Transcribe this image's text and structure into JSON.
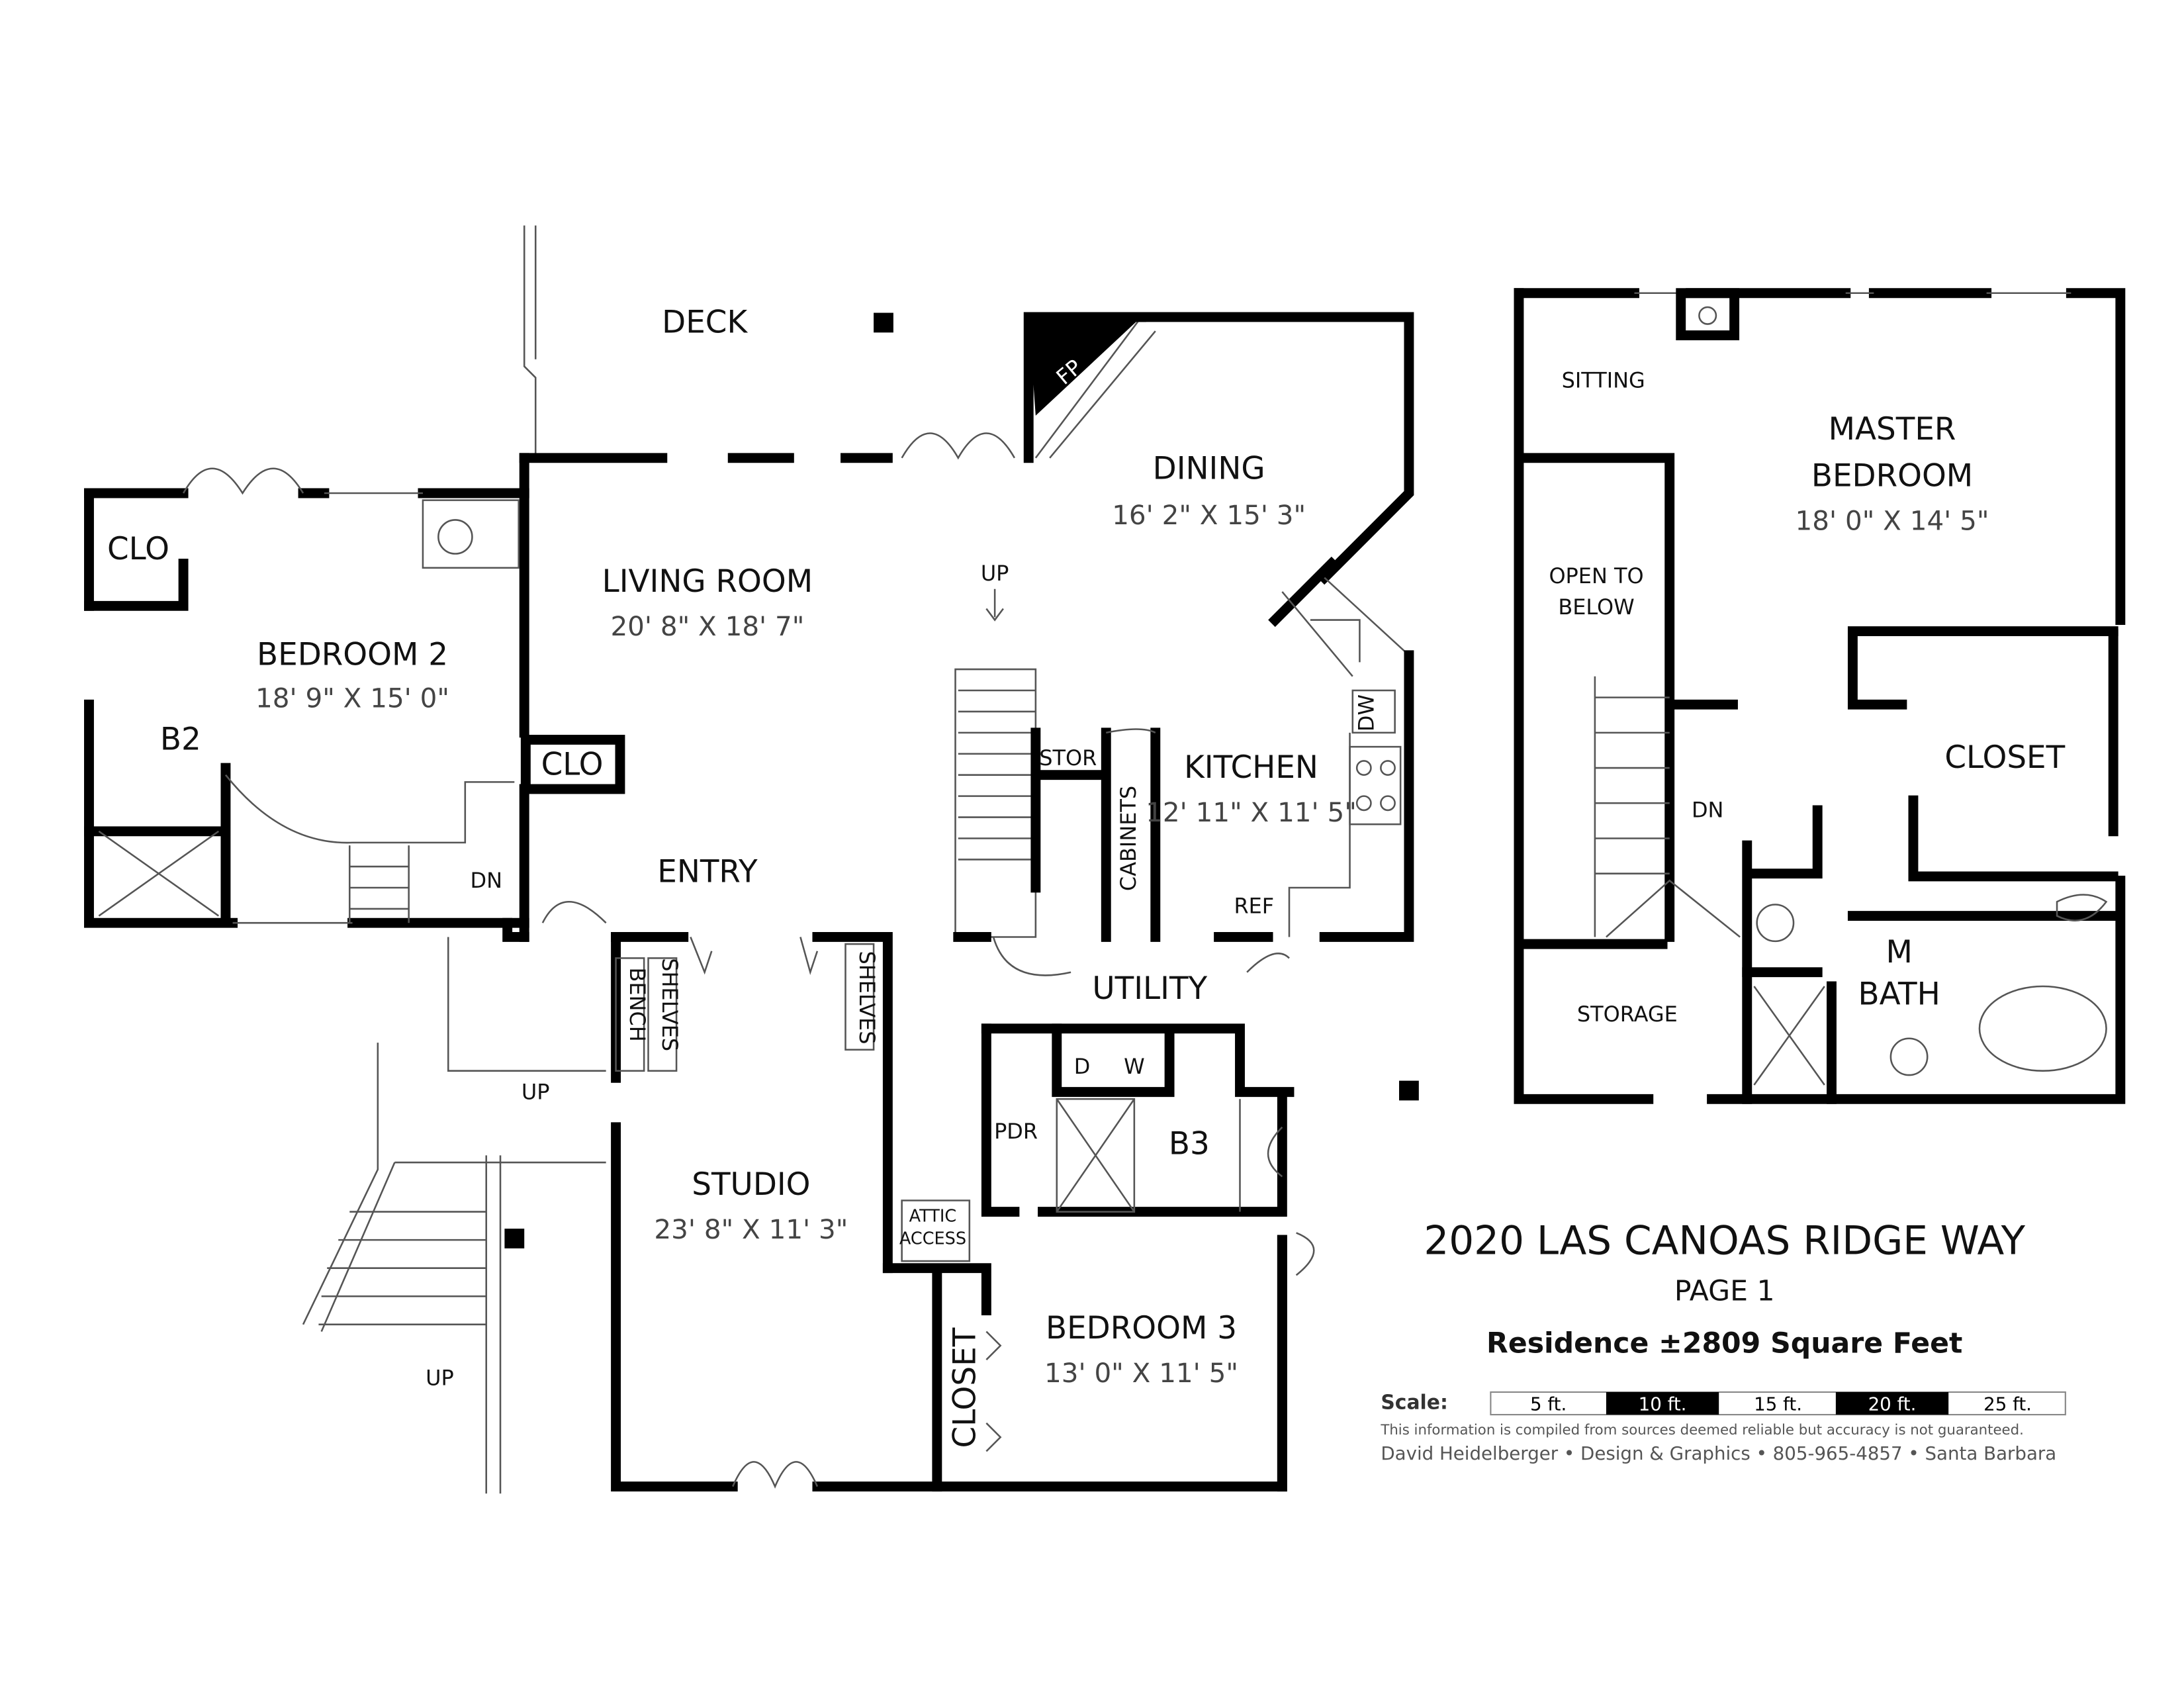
{
  "rooms": {
    "deck": {
      "label": "DECK"
    },
    "fireplace": {
      "label": "FP"
    },
    "dining": {
      "label": "DINING",
      "dims": "16' 2\" X 15' 3\""
    },
    "living_room": {
      "label": "LIVING ROOM",
      "dims": "20' 8\" X 18' 7\""
    },
    "bedroom2": {
      "label": "BEDROOM 2",
      "dims": "18' 9\" X 15' 0\""
    },
    "clo1": {
      "label": "CLO"
    },
    "clo2": {
      "label": "CLO"
    },
    "b2": {
      "label": "B2"
    },
    "kitchen": {
      "label": "KITCHEN",
      "dims": "12' 11\" X 11' 5\""
    },
    "dw": {
      "label": "DW"
    },
    "ref": {
      "label": "REF"
    },
    "stor": {
      "label": "STOR"
    },
    "cabinets": {
      "label": "CABINETS"
    },
    "entry": {
      "label": "ENTRY"
    },
    "utility": {
      "label": "UTILITY"
    },
    "bench": {
      "label": "BENCH"
    },
    "shelves1": {
      "label": "SHELVES"
    },
    "shelves2": {
      "label": "SHELVES"
    },
    "d": {
      "label": "D"
    },
    "w": {
      "label": "W"
    },
    "pdr": {
      "label": "PDR"
    },
    "b3": {
      "label": "B3"
    },
    "studio": {
      "label": "STUDIO",
      "dims": "23' 8\" X 11' 3\""
    },
    "attic": {
      "label1": "ATTIC",
      "label2": "ACCESS"
    },
    "bedroom3": {
      "label": "BEDROOM 3",
      "dims": "13' 0\" X 11' 5\""
    },
    "closet_b3": {
      "label": "CLOSET"
    },
    "sitting": {
      "label": "SITTING"
    },
    "master": {
      "label1": "MASTER",
      "label2": "BEDROOM",
      "dims": "18' 0\" X 14' 5\""
    },
    "open_below": {
      "label1": "OPEN TO",
      "label2": "BELOW"
    },
    "closet_master": {
      "label": "CLOSET"
    },
    "storage": {
      "label": "STORAGE"
    },
    "mbath": {
      "label1": "M",
      "label2": "BATH"
    }
  },
  "stairs": {
    "up1": "UP",
    "dn1": "DN",
    "up2": "UP",
    "up3": "UP",
    "dn2": "DN"
  },
  "title_block": {
    "address": "2020 LAS CANOAS RIDGE WAY",
    "page": "PAGE 1",
    "area": "Residence ±2809 Square Feet",
    "scale_label": "Scale:",
    "scale_segments": [
      "5 ft.",
      "10 ft.",
      "15 ft.",
      "20 ft.",
      "25 ft."
    ],
    "disclaimer": "This information is compiled from sources deemed reliable but accuracy is not guaranteed.",
    "credit": "David Heidelberger • Design & Graphics • 805-965-4857 • Santa Barbara"
  }
}
